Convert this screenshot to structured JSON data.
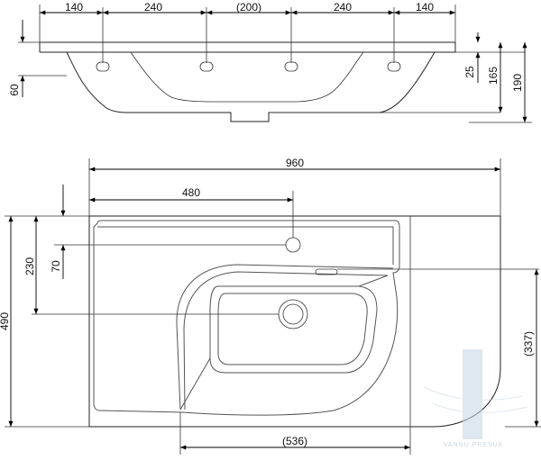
{
  "top_view": {
    "dimensions": {
      "w1": "140",
      "w2": "240",
      "w3": "(200)",
      "w4": "240",
      "w5": "140",
      "h_left": "60",
      "h_25": "25",
      "h_165": "165",
      "h_190": "190"
    }
  },
  "plan_view": {
    "dimensions": {
      "total_width": "960",
      "half_width": "480",
      "total_depth": "490",
      "drain_depth": "230",
      "tap_depth": "70",
      "right_depth": "(337)",
      "basin_width": "(536)"
    }
  },
  "watermark": {
    "text": "VANNU PRESUK"
  },
  "colors": {
    "line": "#222222",
    "watermark": "#9db6c9"
  }
}
